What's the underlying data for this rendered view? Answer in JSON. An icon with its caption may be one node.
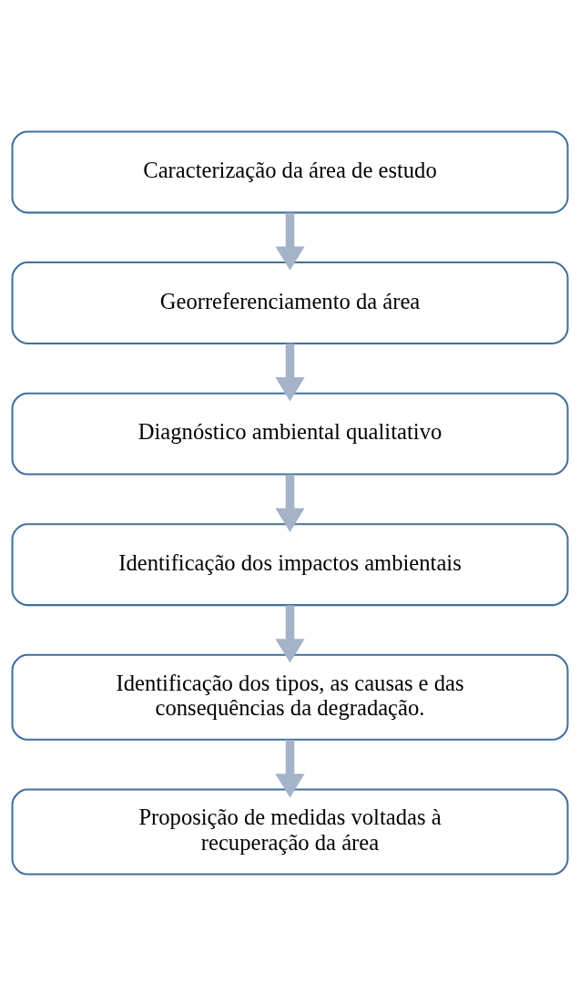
{
  "diagram": {
    "nodes": [
      {
        "text": [
          "Caracterização da área de estudo"
        ]
      },
      {
        "text": [
          "Georreferenciamento da área"
        ]
      },
      {
        "text": [
          "Diagnóstico ambiental qualitativo"
        ]
      },
      {
        "text": [
          "Identificação dos impactos ambientais"
        ]
      },
      {
        "text": [
          "Identificação dos tipos, as causas e das consequências da degradação."
        ]
      },
      {
        "text": [
          "Proposição de medidas voltadas à recuperação da área"
        ]
      }
    ],
    "edges": [
      {
        "from": 0,
        "to": 1,
        "arrow": "to"
      },
      {
        "from": 1,
        "to": 2,
        "arrow": "to"
      },
      {
        "from": 2,
        "to": 3,
        "arrow": "to"
      },
      {
        "from": 3,
        "to": 4,
        "arrow": "to"
      },
      {
        "from": 4,
        "to": 5,
        "arrow": "to"
      }
    ]
  }
}
